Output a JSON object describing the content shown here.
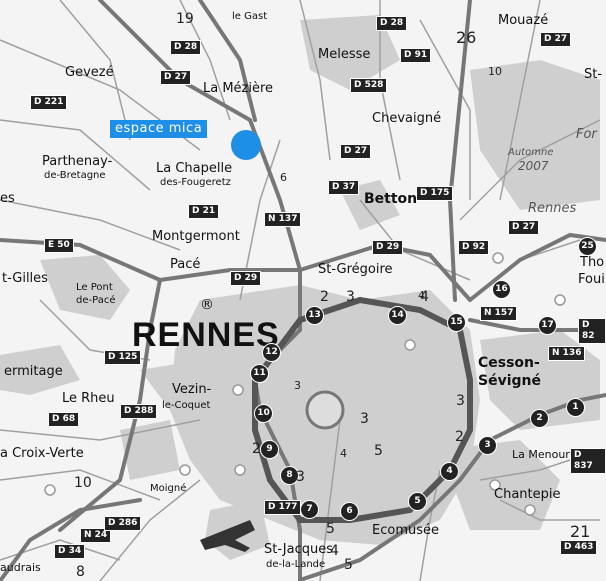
{
  "callout": {
    "label": "espace mica",
    "color": "#1e8fe6"
  },
  "city": {
    "name": "RENNES"
  },
  "registered_mark": "®",
  "towns": {
    "gevezé": "Gevezé",
    "la_meziere": "La Mézière",
    "melesse": "Melesse",
    "mouaze": "Mouazé",
    "chevaigne": "Chevaigné",
    "parthenay": "Parthenay-",
    "parthenay_sub": "de-Bretagne",
    "la_chapelle": "La Chapelle",
    "la_chapelle_sub": "des-Fougeretz",
    "betton": "Betton",
    "montgermont": "Montgermont",
    "pace": "Pacé",
    "st_gregoire": "St-Grégoire",
    "st_gilles": "t-Gilles",
    "le_pont": "Le Pont",
    "le_pont_sub": "de-Pacé",
    "ermitage": "ermitage",
    "le_rheu": "Le Rheu",
    "vezin": "Vezin-",
    "vezin_sub": "le-Coquet",
    "croix_verte": "a Croix-Verte",
    "moigne": "Moigné",
    "st_jacques": "St-Jacques",
    "st_jacques_sub": "de-la-Lande",
    "ecomusee": "Ecomusée",
    "chantepie": "Chantepie",
    "la_menouriais": "La Menouriais",
    "cesson": "Cesson-",
    "cesson_sub": "Sévigné",
    "thorigne": "Tho",
    "thorigne_sub": "Foui",
    "st_a": "St-",
    "baudrais": "audrais",
    "le_gast": "le Gast",
    "es": "es",
    "for": "For",
    "rennes_forest": "Rennes",
    "autumn": "Automne",
    "year": "2007"
  },
  "roads": [
    "D 28",
    "D 27",
    "D 28",
    "D 221",
    "D 528",
    "D 91",
    "D 27",
    "D 27",
    "D 37",
    "D 21",
    "D 29",
    "D 29",
    "D 175",
    "D 92",
    "D 27",
    "D 125",
    "D 68",
    "D 288",
    "N 137",
    "N 157",
    "N 24",
    "D 34",
    "N 136",
    "E 50",
    "D 177",
    "D 837",
    "D 463",
    "D 286",
    "D 82"
  ],
  "exits": [
    "25",
    "16",
    "17",
    "15",
    "14",
    "13",
    "12",
    "11",
    "10",
    "9",
    "8",
    "7",
    "6",
    "5",
    "4",
    "3",
    "2",
    "1"
  ],
  "numbers": [
    "19",
    "26",
    "10",
    "6",
    "4",
    "3",
    "2",
    "3",
    "2",
    "3",
    "5",
    "3",
    "4",
    "5",
    "10",
    "8",
    "4",
    "3",
    "5",
    "4",
    "2",
    "21"
  ],
  "colors": {
    "highway": "#6a6a6a",
    "urban": "#c9c9c9",
    "callout_blue": "#1e8fe6"
  }
}
